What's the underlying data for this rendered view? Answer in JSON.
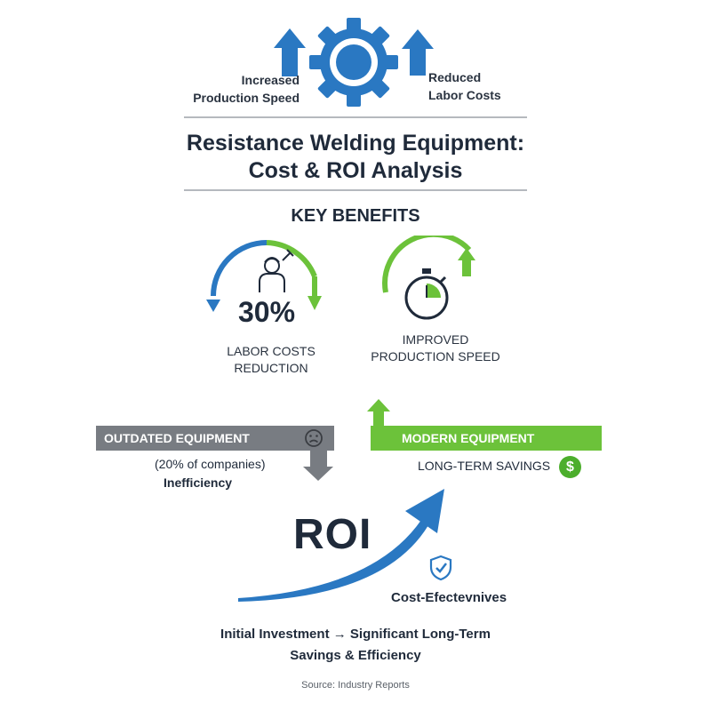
{
  "colors": {
    "blue": "#2a78c2",
    "green": "#6cc23a",
    "gray": "#787c82",
    "text": "#1f2a3a"
  },
  "header": {
    "left_label_line1": "Increased",
    "left_label_line2": "Production Speed",
    "right_label_line1": "Reduced",
    "right_label_line2": "Labor Costs",
    "center_icon": "gear-icon"
  },
  "title": {
    "line1": "Resistance Welding Equipment:",
    "line2": "Cost & ROI Analysis"
  },
  "benefits": {
    "heading": "KEY BENEFITS",
    "labor": {
      "value": "30%",
      "label_line1": "LABOR COSTS",
      "label_line2": "REDUCTION",
      "icon": "worker-wrench-icon"
    },
    "speed": {
      "label_line1": "IMPROVED",
      "label_line2": "PRODUCTION SPEED",
      "icon": "stopwatch-icon"
    }
  },
  "outdated": {
    "label": "OUTDATED EQUIPMENT",
    "note_line1": "(20% of companies)",
    "note_line2": "Inefficiency",
    "icon": "sad-face-icon"
  },
  "modern": {
    "label": "MODERN EQUIPMENT",
    "note": "LONG-TERM SAVINGS",
    "badge": "$",
    "icon": "dollar-icon"
  },
  "roi": {
    "label": "ROI",
    "cost_effectiveness": "Cost-Efectevnives",
    "icon": "shield-check-icon"
  },
  "summary": {
    "line1": "Initial Investment → Significant Long-Term",
    "line2": "Savings & Efficiency"
  },
  "source": "Source: Industry Reports"
}
